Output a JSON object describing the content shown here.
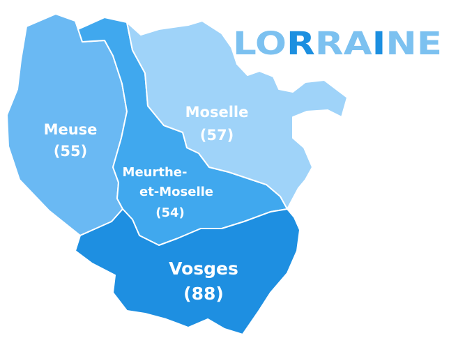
{
  "title": {
    "letters": [
      {
        "char": "L",
        "color": "#7cc1f0"
      },
      {
        "char": "O",
        "color": "#7cc1f0"
      },
      {
        "char": "R",
        "color": "#1c8fe0"
      },
      {
        "char": "R",
        "color": "#7cc1f0"
      },
      {
        "char": "A",
        "color": "#7cc1f0"
      },
      {
        "char": "I",
        "color": "#1c8fe0"
      },
      {
        "char": "N",
        "color": "#7cc1f0"
      },
      {
        "char": "E",
        "color": "#7cc1f0"
      }
    ]
  },
  "departments": {
    "meuse": {
      "name": "Meuse",
      "code": "(55)",
      "color": "#6ab9f3"
    },
    "moselle": {
      "name": "Moselle",
      "code": "(57)",
      "color": "#9fd3f9"
    },
    "mm": {
      "name_line1": "Meurthe-",
      "name_line2": "et-Moselle",
      "code": "(54)",
      "color": "#40a8ee"
    },
    "vosges": {
      "name": "Vosges",
      "code": "(88)",
      "color": "#1e8fe1"
    }
  }
}
